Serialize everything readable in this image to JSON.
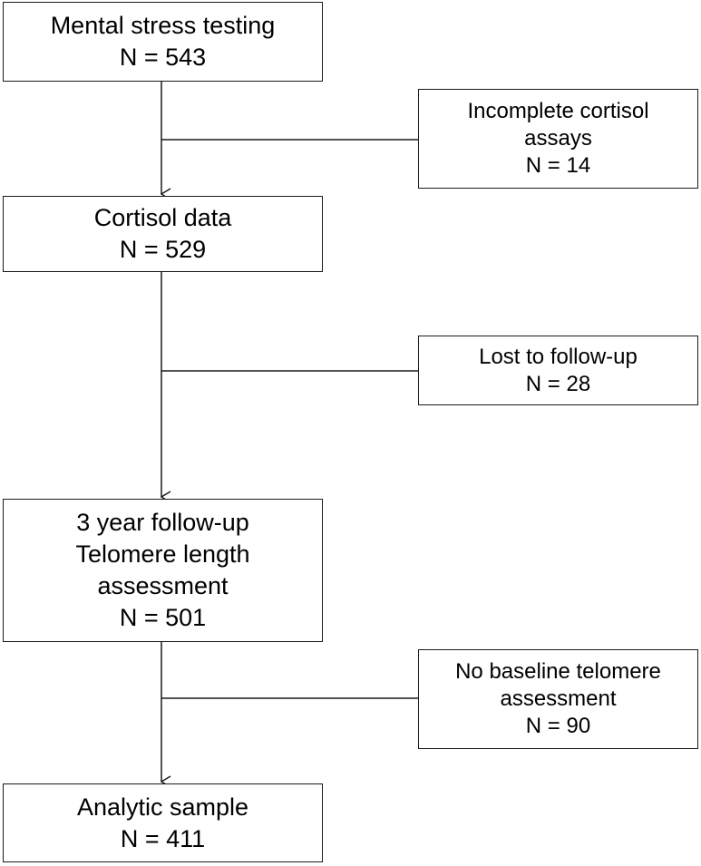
{
  "flowchart": {
    "main_boxes": [
      {
        "lines": [
          "Mental  stress testing",
          "N = 543"
        ]
      },
      {
        "lines": [
          "Cortisol data",
          "N = 529"
        ]
      },
      {
        "lines": [
          "3 year follow-up",
          "Telomere  length",
          "assessment",
          "N = 501"
        ]
      },
      {
        "lines": [
          "Analytic sample",
          "N = 411"
        ]
      }
    ],
    "exclusion_boxes": [
      {
        "lines": [
          "Incomplete cortisol",
          "assays",
          "N = 14"
        ]
      },
      {
        "lines": [
          "Lost to follow-up",
          "N = 28"
        ]
      },
      {
        "lines": [
          "No baseline telomere",
          "assessment",
          "N = 90"
        ]
      }
    ]
  }
}
